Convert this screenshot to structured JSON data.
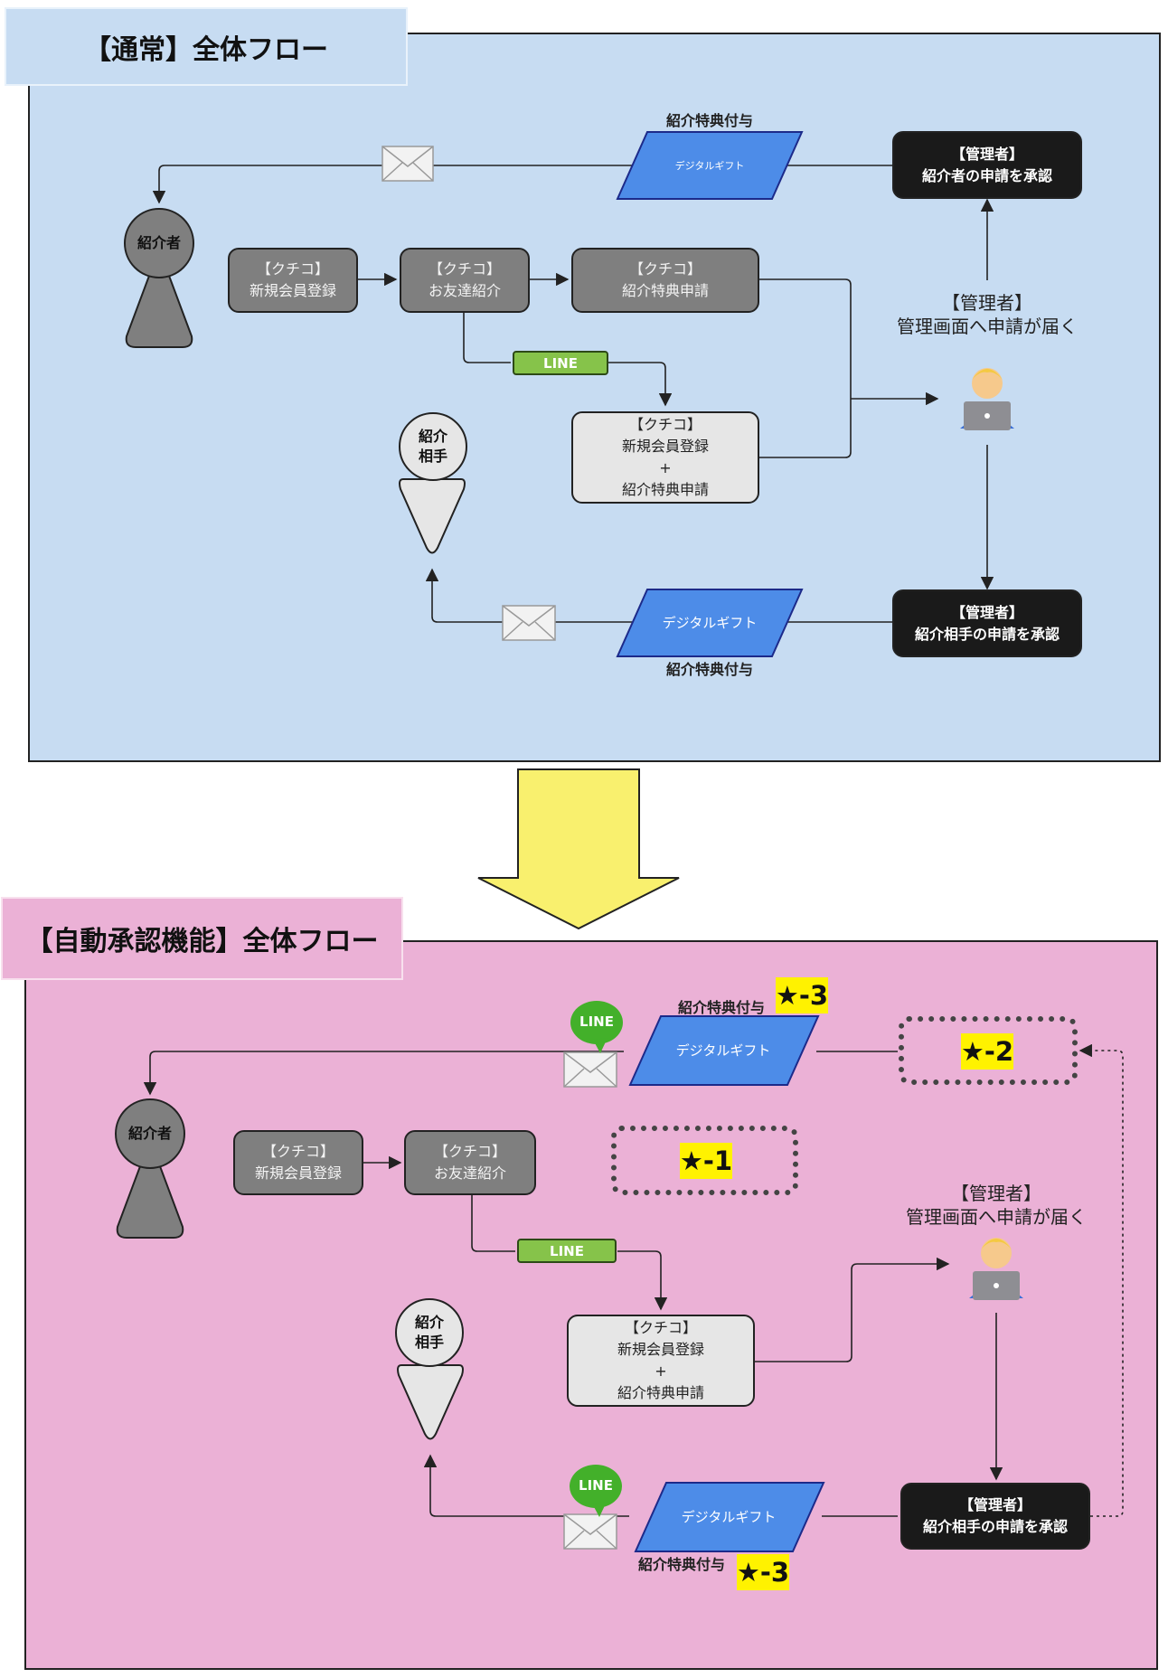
{
  "sections": {
    "normal": {
      "title": "【通常】全体フロー",
      "kuchiko_register": {
        "line1": "【クチコ】",
        "line2": "新規会員登録"
      },
      "kuchiko_refer": {
        "line1": "【クチコ】",
        "line2": "お友達紹介"
      },
      "kuchiko_apply": {
        "line1": "【クチコ】",
        "line2": "紹介特典申請"
      },
      "kuchiko_combo": {
        "line1": "【クチコ】",
        "line2": "新規会員登録",
        "line3": "+",
        "line4": "紹介特典申請"
      },
      "line_tag": "LINE",
      "referrer": "紹介者",
      "referee": {
        "line1": "紹介",
        "line2": "相手"
      },
      "admin_notice": {
        "line1": "【管理者】",
        "line2": "管理画面へ申請が届く"
      },
      "admin_approve_referrer": {
        "line1": "【管理者】",
        "line2": "紹介者の申請を承認"
      },
      "admin_approve_referee": {
        "line1": "【管理者】",
        "line2": "紹介相手の申請を承認"
      },
      "gift_top": "デジタルギフト",
      "gift_bottom": "デジタルギフト",
      "gift_caption_top": "紹介特典付与",
      "gift_caption_bottom": "紹介特典付与"
    },
    "auto": {
      "title": "【自動承認機能】全体フロー",
      "kuchiko_register": {
        "line1": "【クチコ】",
        "line2": "新規会員登録"
      },
      "kuchiko_refer": {
        "line1": "【クチコ】",
        "line2": "お友達紹介"
      },
      "kuchiko_combo": {
        "line1": "【クチコ】",
        "line2": "新規会員登録",
        "line3": "+",
        "line4": "紹介特典申請"
      },
      "line_tag": "LINE",
      "line_bubble_top": "LINE",
      "line_bubble_bottom": "LINE",
      "referrer": "紹介者",
      "referee": {
        "line1": "紹介",
        "line2": "相手"
      },
      "admin_notice": {
        "line1": "【管理者】",
        "line2": "管理画面へ申請が届く"
      },
      "admin_approve_referee": {
        "line1": "【管理者】",
        "line2": "紹介相手の申請を承認"
      },
      "gift_top": "デジタルギフト",
      "gift_bottom": "デジタルギフト",
      "gift_caption_top": "紹介特典付与",
      "gift_caption_bottom": "紹介特典付与",
      "star1": "★-1",
      "star2": "★-2",
      "star3_top": "★-3",
      "star3_bottom": "★-3"
    }
  },
  "colors": {
    "normal_bg": "#c7dcf2",
    "auto_bg": "#ebb1d6",
    "transition_arrow": "#f9f06e",
    "gift": "#4d8ce8",
    "gray_box": "#7f7f7f",
    "line_green": "#86c34a"
  },
  "icons": [
    "envelope-icon",
    "admin-laptop-icon",
    "line-bubble-icon",
    "down-arrow-icon"
  ]
}
